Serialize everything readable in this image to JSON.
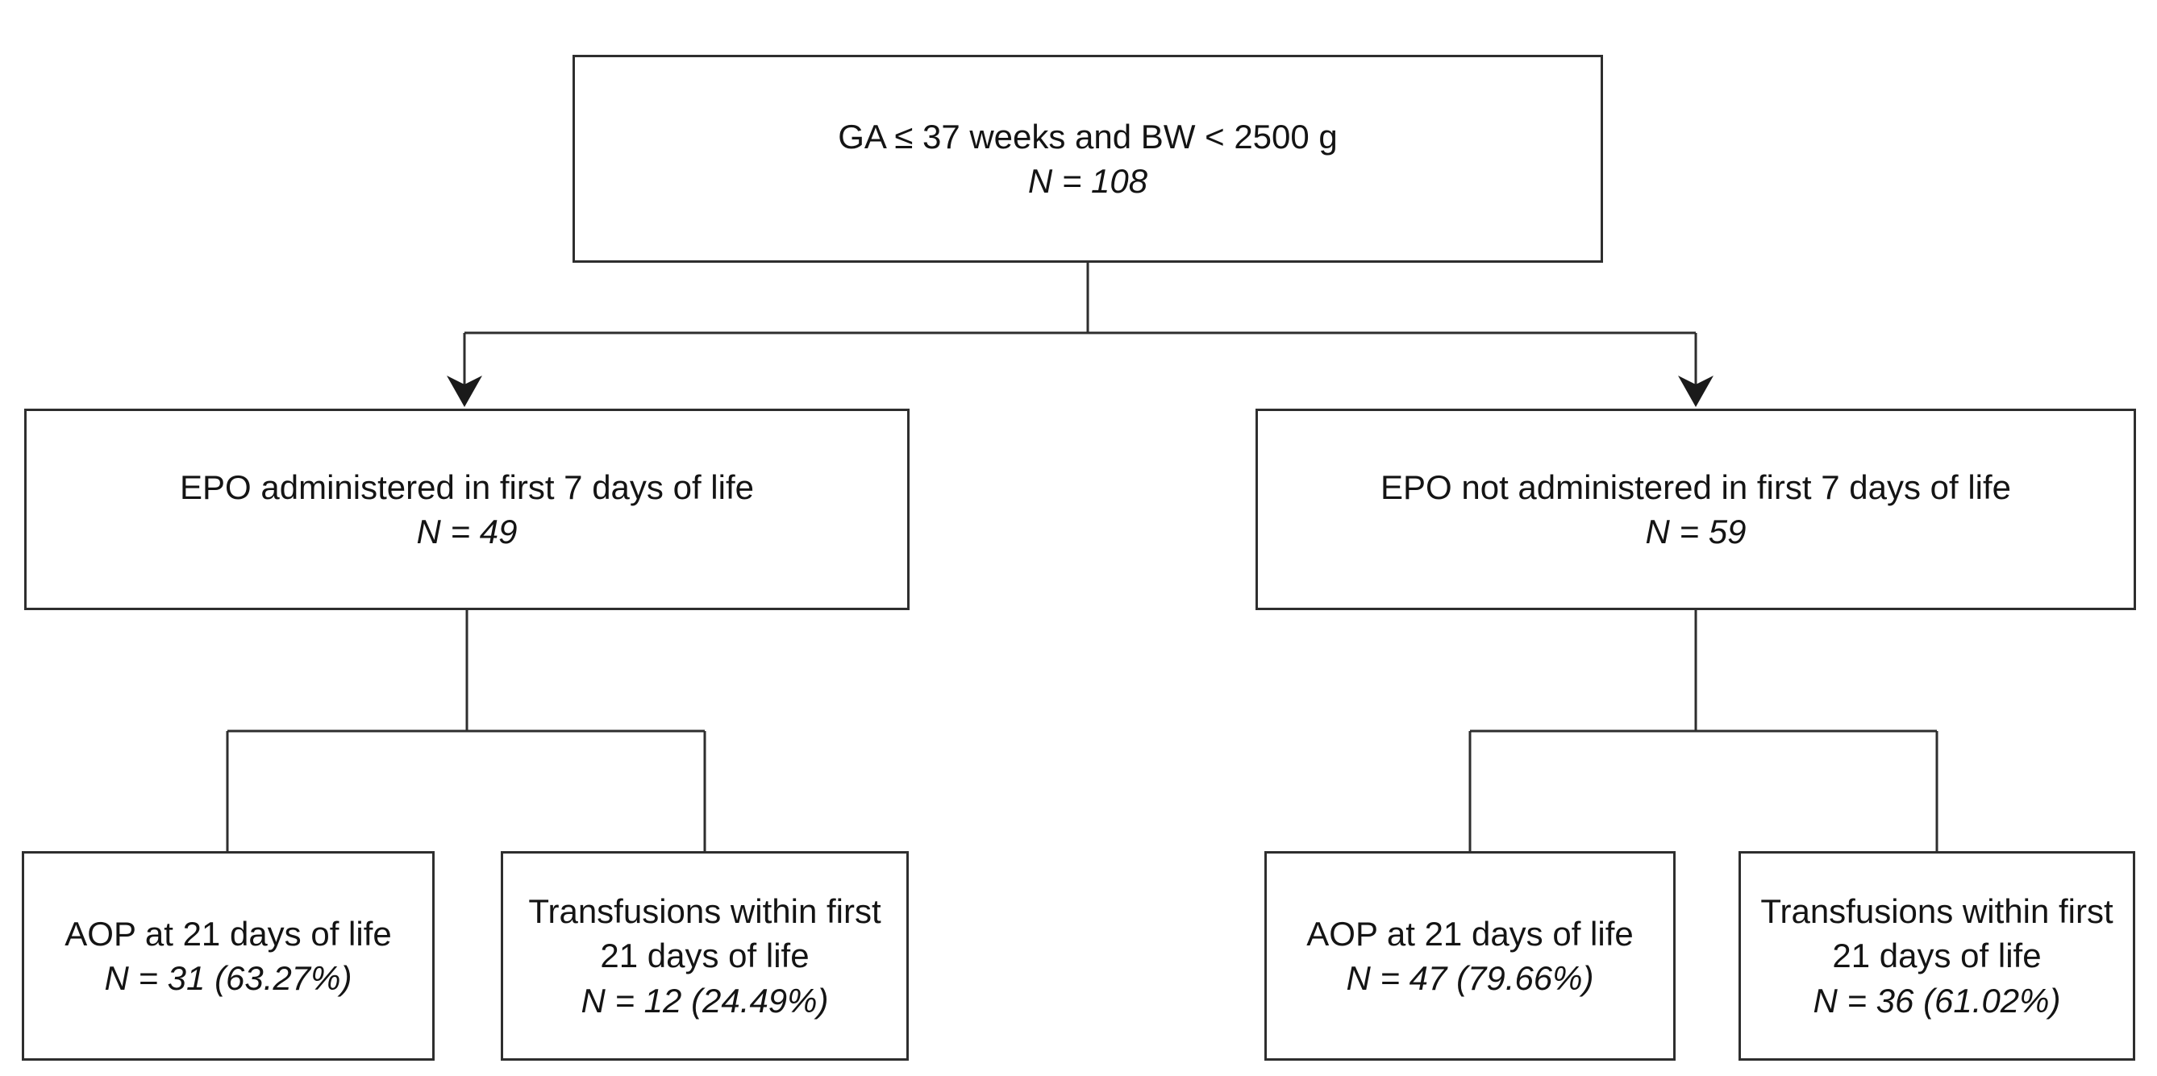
{
  "figure": {
    "type": "flow-diagram",
    "background_color": "#ffffff",
    "line_color": "#2e2e2e",
    "nodes": {
      "root": {
        "label": "GA ≤ 37 weeks and BW < 2500 g",
        "n": "N = 108"
      },
      "epo": {
        "label": "EPO administered in first 7 days of life",
        "n": "N = 49"
      },
      "no_epo": {
        "label": "EPO not administered in first 7 days of life",
        "n": "N = 59"
      },
      "epo_aop": {
        "label": "AOP at 21 days of life",
        "n": "N = 31 (63.27%)"
      },
      "epo_transfusions": {
        "label": "Transfusions within first 21 days of life",
        "n": "N = 12 (24.49%)"
      },
      "no_epo_aop": {
        "label": "AOP at 21 days of life",
        "n": "N = 47 (79.66%)"
      },
      "no_epo_transfusions": {
        "label": "Transfusions within first 21 days of life",
        "n": "N = 36 (61.02%)"
      }
    },
    "edges": [
      {
        "from": "root",
        "to": "epo",
        "arrowhead": true
      },
      {
        "from": "root",
        "to": "no_epo",
        "arrowhead": true
      },
      {
        "from": "epo",
        "to": "epo_aop",
        "arrowhead": false
      },
      {
        "from": "epo",
        "to": "epo_transfusions",
        "arrowhead": false
      },
      {
        "from": "no_epo",
        "to": "no_epo_aop",
        "arrowhead": false
      },
      {
        "from": "no_epo",
        "to": "no_epo_transfusions",
        "arrowhead": false
      }
    ]
  }
}
